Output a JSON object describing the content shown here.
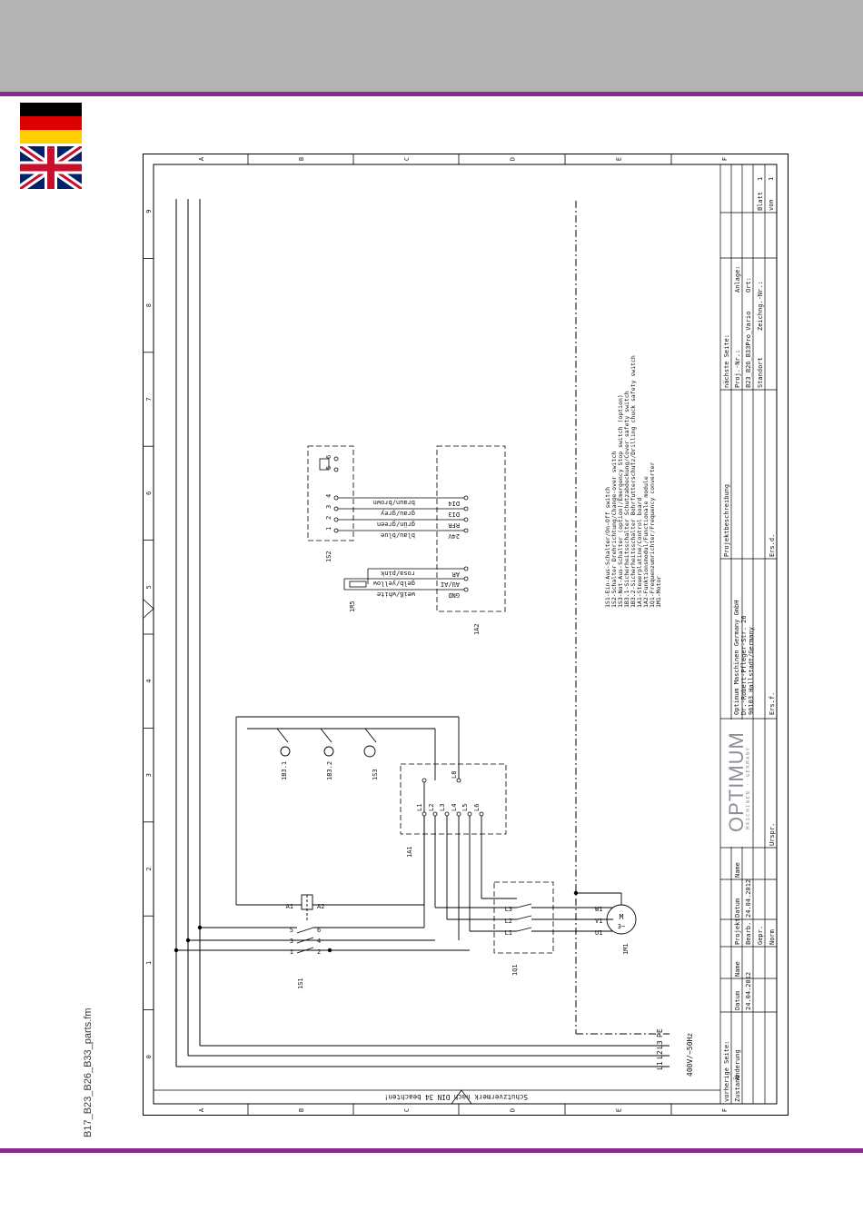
{
  "side_caption": "B17_B23_B26_B33_parts.fm",
  "flags": {
    "germany": "germany-flag",
    "uk": "united-kingdom-flag"
  },
  "colors": {
    "header": "#b3b3b3",
    "rule": "#8b2a8e",
    "brand": "#8a8f98"
  },
  "frame": {
    "rows": [
      "A",
      "B",
      "C",
      "D",
      "E",
      "F"
    ],
    "columns": [
      "0",
      "1",
      "2",
      "3",
      "4",
      "5",
      "6",
      "7",
      "8",
      "9"
    ],
    "din_note": "Schutzvermerk nach DIN 34 beachten!"
  },
  "supply": {
    "lines": [
      "L1",
      "L2",
      "L3",
      "PE"
    ],
    "voltage": "400V/~50Hz"
  },
  "components": {
    "s1": {
      "name": "1S1",
      "terminals": [
        "1",
        "2",
        "3",
        "4",
        "5",
        "6",
        "A1",
        "A2"
      ]
    },
    "q1": {
      "name": "1Q1",
      "inputs": [
        "L1",
        "L2",
        "L3"
      ],
      "outputs": [
        "U1",
        "V1",
        "W1"
      ]
    },
    "m1": {
      "name": "1M1",
      "terminals": [
        "U1",
        "V1",
        "W1"
      ],
      "symbol": "M",
      "phases": "3~"
    },
    "a1": {
      "name": "1A1",
      "terminals": [
        "L1",
        "L2",
        "L3",
        "L4",
        "L5",
        "L6",
        "L8"
      ]
    },
    "b31": {
      "name": "1B3.1"
    },
    "b32": {
      "name": "1B3.2"
    },
    "s3": {
      "name": "1S3"
    },
    "a2": {
      "name": "1A2",
      "terminals": [
        "GND",
        "AU/AI",
        "AR",
        "24V",
        "RFR",
        "DI3",
        "DI4"
      ]
    },
    "r5": {
      "name": "1R5"
    },
    "s2": {
      "name": "1S2",
      "terminals": [
        "1",
        "2",
        "3",
        "4",
        "5",
        "6"
      ]
    }
  },
  "wires": [
    "weiß/white",
    "gelb/yellow",
    "rosa/pink",
    "blau/blue",
    "grün/green",
    "grau/grey",
    "braun/brown"
  ],
  "legend": [
    "1S1-Ein-Aus-Schalter/On-Off switch",
    "1S2-Schalter Drehrichtung/Change-over switch",
    "1S3-Not-Aus-Schalter (option)/Emergency Stop switch (option)",
    "1B3.1-Sicherheitsschalter Schutzabdeckung/Cover safety switch",
    "1B3.2-Sicherheitsschalter Bohrfutterschutz/Drilling chuck safety switch",
    "1A1-Steuerplatine/Control board",
    "1A2-Funktionsmodul/Functionale module",
    "1Q1-Frequenzumrichter/Frequency converter",
    "1M1-Motor"
  ],
  "title_block": {
    "prev_page": "vorherige Seite:",
    "next_page": "nächste Seite:",
    "table_head": [
      "Zustand",
      "Änderung",
      "Datum",
      "Name",
      "Projekt",
      "Datum",
      "Name"
    ],
    "row_labels": [
      "Bearb.",
      "Gepr.",
      "Norm"
    ],
    "dates": [
      "24.04.2012",
      "24.04.2012"
    ],
    "brand": "OPTIMUM",
    "brand_sub": "MASCHINEN · GERMANY",
    "company": [
      "Optimum Maschinen Germany GmbH",
      "Dr.-Robert-Pfleger-Str. 26",
      "96103 Hallstadt/Germany"
    ],
    "project_desc": "Projektbeschreibung",
    "proj_nr_label": "Proj.-Nr.:",
    "proj_nr": "B23_B26_B33Pro_Vario",
    "standort": "Standort",
    "drawing_nr": "Zeichng.-Nr.:",
    "anlage": "Anlage:",
    "ort": "Ort:",
    "blatt": "Blatt",
    "von": "von",
    "blatt_val": "1",
    "von_val": "1",
    "ursp": "Urspr.",
    "ers_f": "Ers.f.",
    "ers_d": "Ers.d."
  }
}
